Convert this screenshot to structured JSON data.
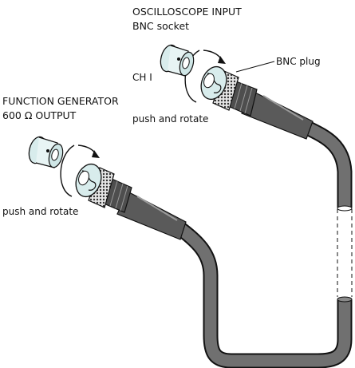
{
  "labels": {
    "osc_line1": "OSCILLOSCOPE INPUT",
    "osc_line2": "BNC socket",
    "ch": "CH I",
    "bnc_plug": "BNC plug",
    "push_rotate_top": "push and rotate",
    "fg_line1": "FUNCTION GENERATOR",
    "fg_line2": "600 Ω  OUTPUT",
    "push_rotate_bottom": "push and rotate"
  },
  "colors": {
    "cable": "#6e6e6e",
    "cable_dark": "#4a4a4a",
    "connector_light": "#d8ecec",
    "ring_teal": "#9fcfcf",
    "knurl": "#3a3a3a",
    "outline": "#111111"
  }
}
